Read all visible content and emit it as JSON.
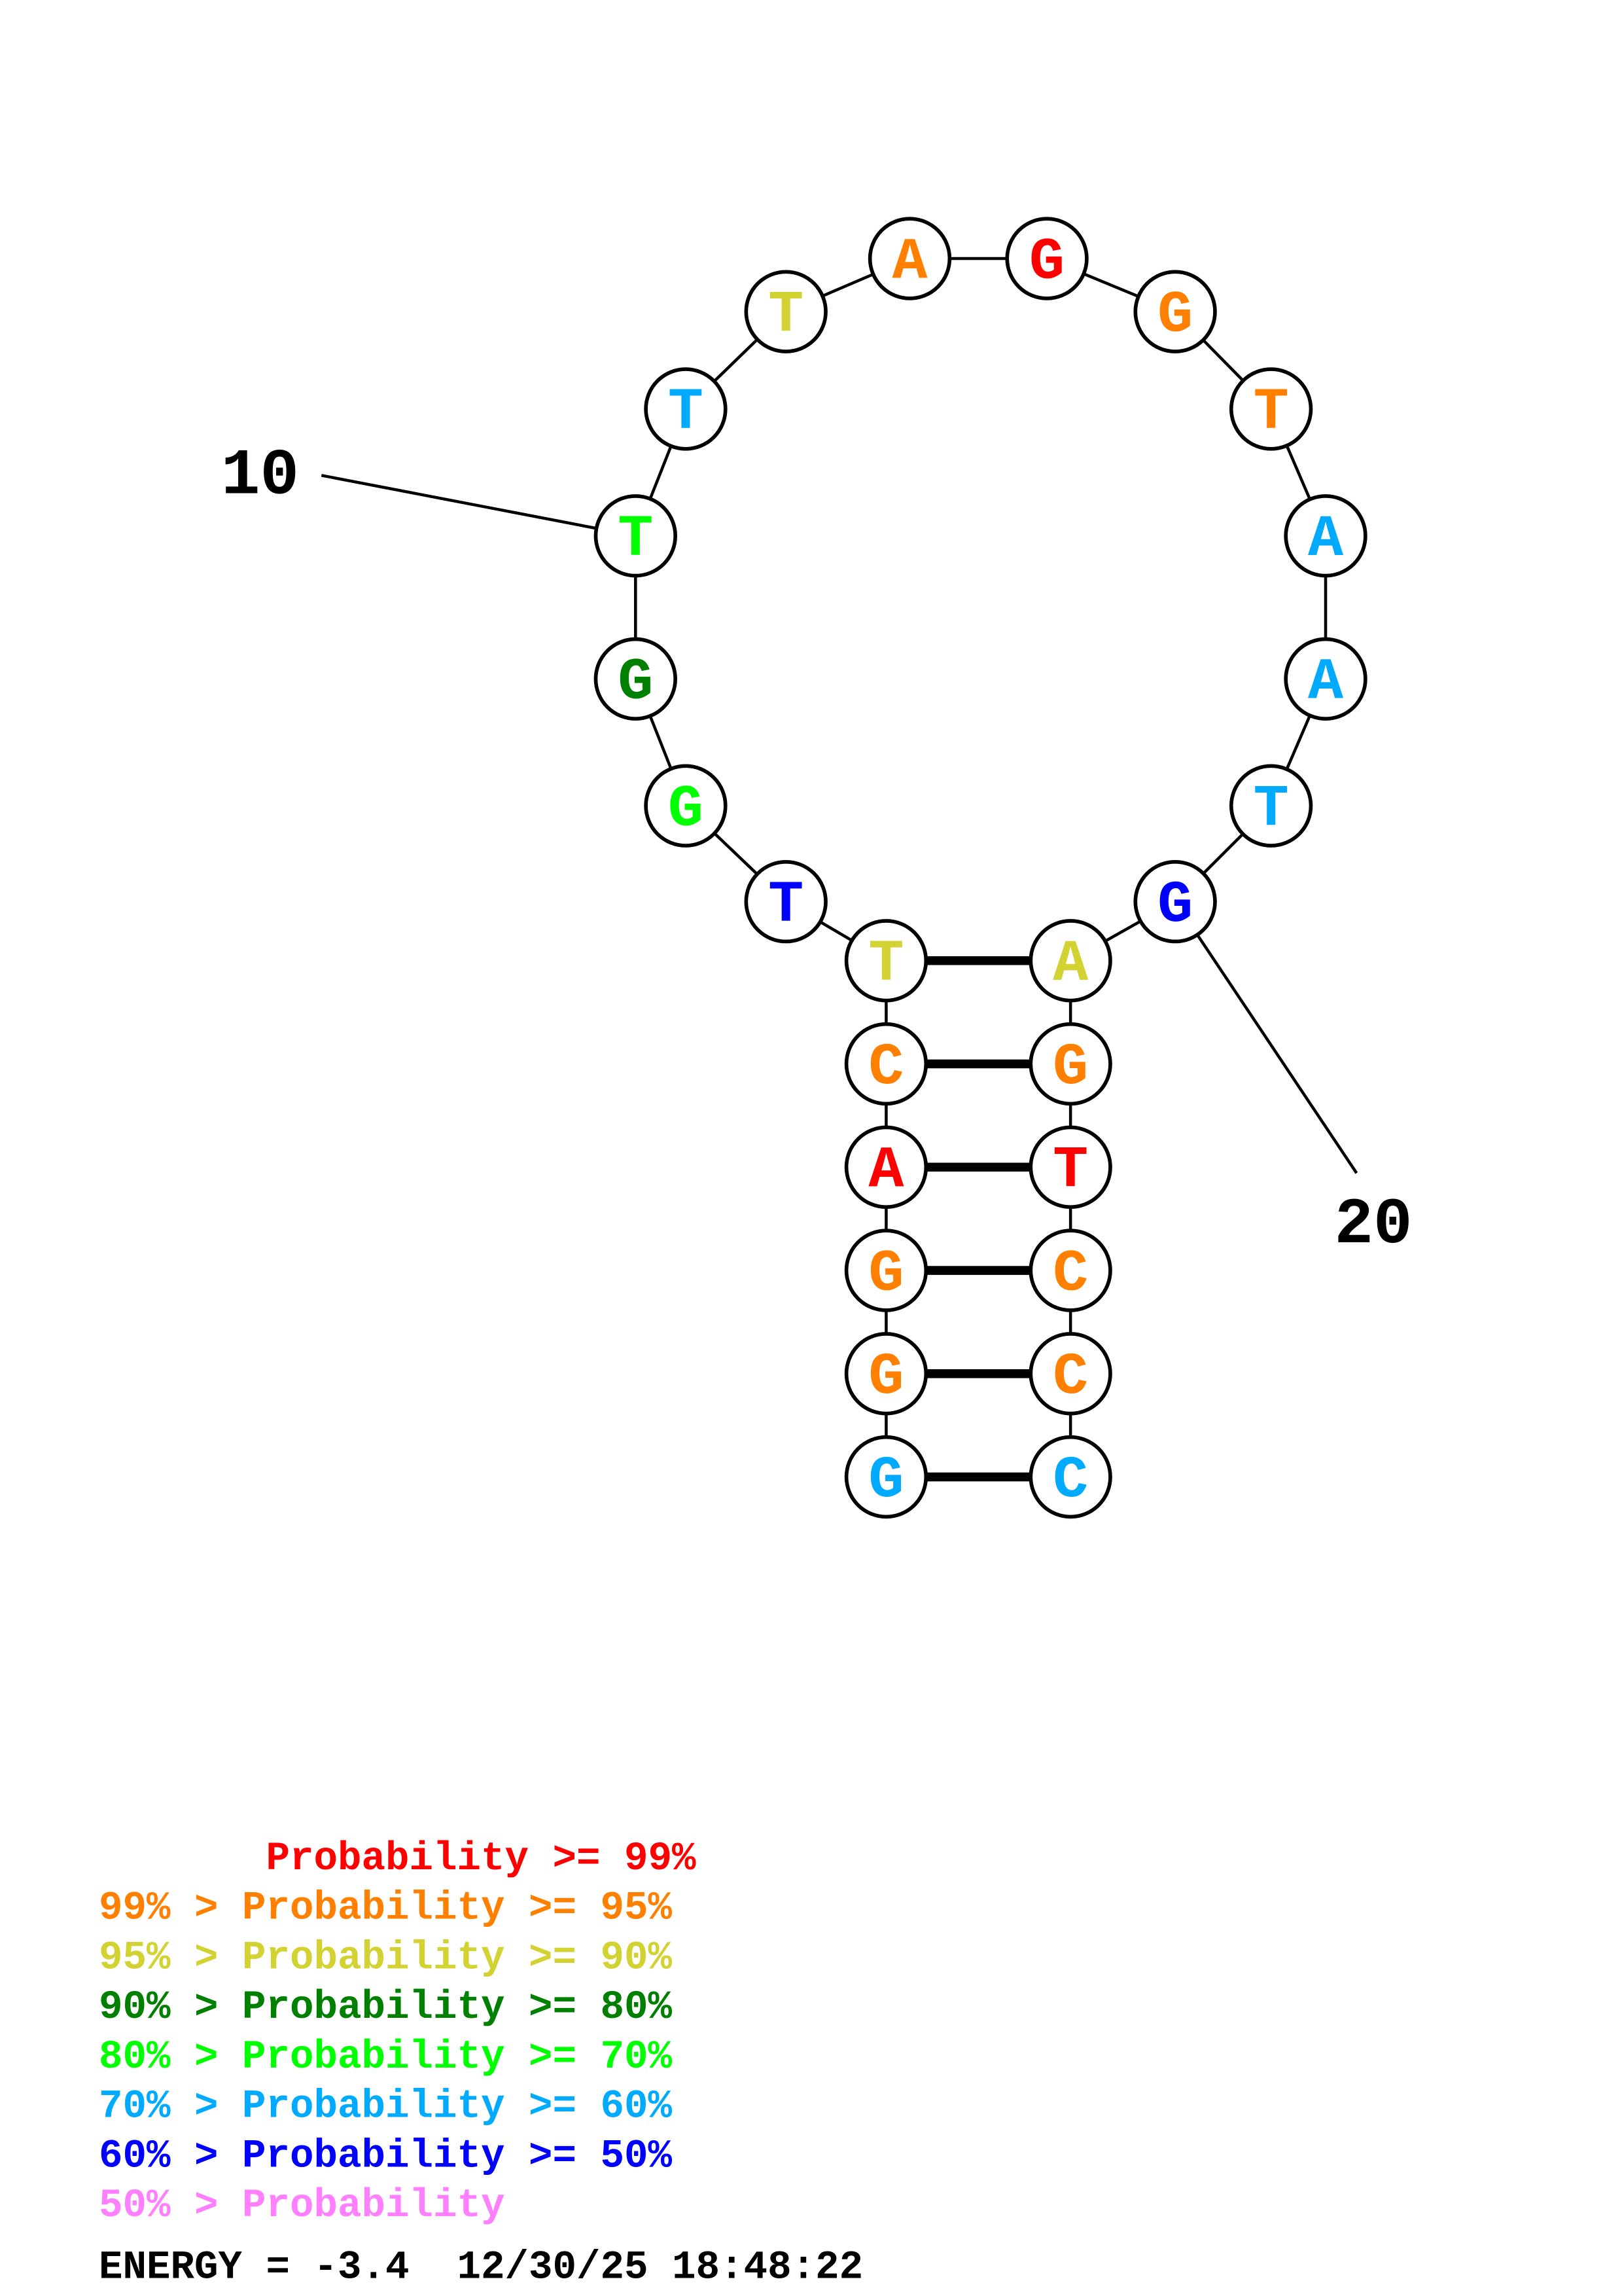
{
  "colors": {
    "p99": "#ff0000",
    "p95": "#ff8000",
    "p90": "#d2d232",
    "p80": "#008000",
    "p70": "#00ff00",
    "p60": "#00aaff",
    "p50": "#0000ff",
    "plow": "#ff80ff"
  },
  "sequence": [
    {
      "n": 1,
      "base": "G",
      "prob": "p60"
    },
    {
      "n": 2,
      "base": "G",
      "prob": "p95"
    },
    {
      "n": 3,
      "base": "G",
      "prob": "p95"
    },
    {
      "n": 4,
      "base": "A",
      "prob": "p99"
    },
    {
      "n": 5,
      "base": "C",
      "prob": "p95"
    },
    {
      "n": 6,
      "base": "T",
      "prob": "p90"
    },
    {
      "n": 7,
      "base": "T",
      "prob": "p50"
    },
    {
      "n": 8,
      "base": "G",
      "prob": "p70"
    },
    {
      "n": 9,
      "base": "G",
      "prob": "p80"
    },
    {
      "n": 10,
      "base": "T",
      "prob": "p70"
    },
    {
      "n": 11,
      "base": "T",
      "prob": "p60"
    },
    {
      "n": 12,
      "base": "T",
      "prob": "p90"
    },
    {
      "n": 13,
      "base": "A",
      "prob": "p95"
    },
    {
      "n": 14,
      "base": "G",
      "prob": "p99"
    },
    {
      "n": 15,
      "base": "G",
      "prob": "p95"
    },
    {
      "n": 16,
      "base": "T",
      "prob": "p95"
    },
    {
      "n": 17,
      "base": "A",
      "prob": "p60"
    },
    {
      "n": 18,
      "base": "A",
      "prob": "p60"
    },
    {
      "n": 19,
      "base": "T",
      "prob": "p60"
    },
    {
      "n": 20,
      "base": "G",
      "prob": "p50"
    },
    {
      "n": 21,
      "base": "A",
      "prob": "p90"
    },
    {
      "n": 22,
      "base": "G",
      "prob": "p95"
    },
    {
      "n": 23,
      "base": "T",
      "prob": "p99"
    },
    {
      "n": 24,
      "base": "C",
      "prob": "p95"
    },
    {
      "n": 25,
      "base": "C",
      "prob": "p95"
    },
    {
      "n": 26,
      "base": "C",
      "prob": "p60"
    }
  ],
  "pairs": [
    [
      1,
      26
    ],
    [
      2,
      25
    ],
    [
      3,
      24
    ],
    [
      4,
      23
    ],
    [
      5,
      22
    ],
    [
      6,
      21
    ]
  ],
  "position_labels": [
    {
      "n": 10,
      "text": "10"
    },
    {
      "n": 20,
      "text": "20"
    }
  ],
  "legend": [
    {
      "text": "       Probability >= 99%",
      "prob": "p99"
    },
    {
      "text": "99% > Probability >= 95%",
      "prob": "p95"
    },
    {
      "text": "95% > Probability >= 90%",
      "prob": "p90"
    },
    {
      "text": "90% > Probability >= 80%",
      "prob": "p80"
    },
    {
      "text": "80% > Probability >= 70%",
      "prob": "p70"
    },
    {
      "text": "70% > Probability >= 60%",
      "prob": "p60"
    },
    {
      "text": "60% > Probability >= 50%",
      "prob": "p50"
    },
    {
      "text": "50% > Probability",
      "prob": "plow"
    }
  ],
  "footer": "ENERGY = -3.4  12/30/25 18:48:22"
}
